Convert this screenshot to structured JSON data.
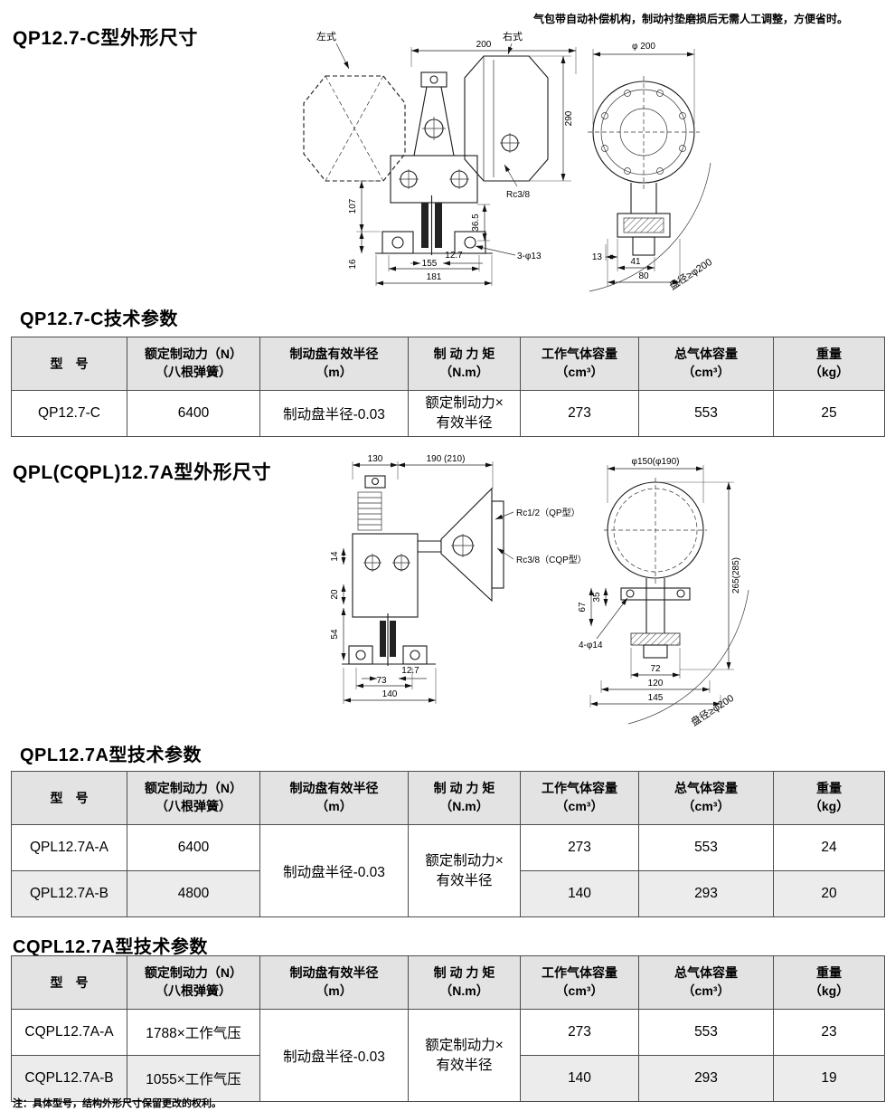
{
  "top_note": "气包带自动补偿机构，制动衬垫磨损后无需人工调整，方便省时。",
  "foot_note": "注：具体型号，结构外形尺寸保留更改的权利。",
  "headings": {
    "h1": "QP12.7-C型外形尺寸",
    "h2": "QP12.7-C技术参数",
    "h3": "QPL(CQPL)12.7A型外形尺寸",
    "h4": "QPL12.7A型技术参数",
    "h5": "CQPL12.7A型技术参数"
  },
  "colors": {
    "header_bg": "#e3e3e3",
    "row_alt_bg": "#ececec",
    "table_border": "#4d4d4d"
  },
  "table_headers": {
    "model": "型　号",
    "force_1": "额定制动力（N）",
    "force_2": "（八根弹簧）",
    "radius_1": "制动盘有效半径",
    "radius_2": "（m）",
    "torque_1": "制 动 力 矩",
    "torque_2": "（N.m）",
    "work_1": "工作气体容量",
    "work_2": "（cm³）",
    "total_1": "总气体容量",
    "total_2": "（cm³）",
    "weight_1": "重量",
    "weight_2": "（kg）"
  },
  "table1": {
    "radius": "制动盘半径-0.03",
    "torque_1": "额定制动力×",
    "torque_2": "有效半径",
    "rows": [
      {
        "model": "QP12.7-C",
        "force": "6400",
        "work": "273",
        "total": "553",
        "weight": "25"
      }
    ]
  },
  "table2": {
    "radius": "制动盘半径-0.03",
    "torque_1": "额定制动力×",
    "torque_2": "有效半径",
    "rows": [
      {
        "model": "QPL12.7A-A",
        "force": "6400",
        "work": "273",
        "total": "553",
        "weight": "24"
      },
      {
        "model": "QPL12.7A-B",
        "force": "4800",
        "work": "140",
        "total": "293",
        "weight": "20"
      }
    ]
  },
  "table3": {
    "radius": "制动盘半径-0.03",
    "torque_1": "额定制动力×",
    "torque_2": "有效半径",
    "rows": [
      {
        "model": "CQPL12.7A-A",
        "force": "1788×工作气压",
        "work": "273",
        "total": "553",
        "weight": "23"
      },
      {
        "model": "CQPL12.7A-B",
        "force": "1055×工作气压",
        "work": "140",
        "total": "293",
        "weight": "19"
      }
    ]
  },
  "drawing1": {
    "left_type": "左式",
    "right_type": "右式",
    "dim_200": "200",
    "dim_phi200": "φ 200",
    "dim_290": "290",
    "rc": "Rc3/8",
    "dim_107": "107",
    "dim_36_5": "36.5",
    "dim_16": "16",
    "dim_12_7": "12.7",
    "dim_155": "155",
    "dim_181": "181",
    "dim_3phi13": "3-φ13",
    "dim_13": "13",
    "dim_41": "41",
    "dim_80": "80",
    "disc_note": "盘径≥φ200"
  },
  "drawing2": {
    "dim_130": "130",
    "dim_190": "190 (210)",
    "dim_phi150": "φ150(φ190)",
    "rc_qp": "Rc1/2（QP型）",
    "rc_cqp": "Rc3/8（CQP型）",
    "dim_14": "14",
    "dim_20": "20",
    "dim_54": "54",
    "dim_12_7": "12.7",
    "dim_73": "73",
    "dim_140": "140",
    "dim_265": "265(285)",
    "dim_67": "67",
    "dim_35": "35",
    "dim_4phi14": "4-φ14",
    "dim_72": "72",
    "dim_120": "120",
    "dim_145": "145",
    "disc_note": "盘径≥φ200"
  }
}
